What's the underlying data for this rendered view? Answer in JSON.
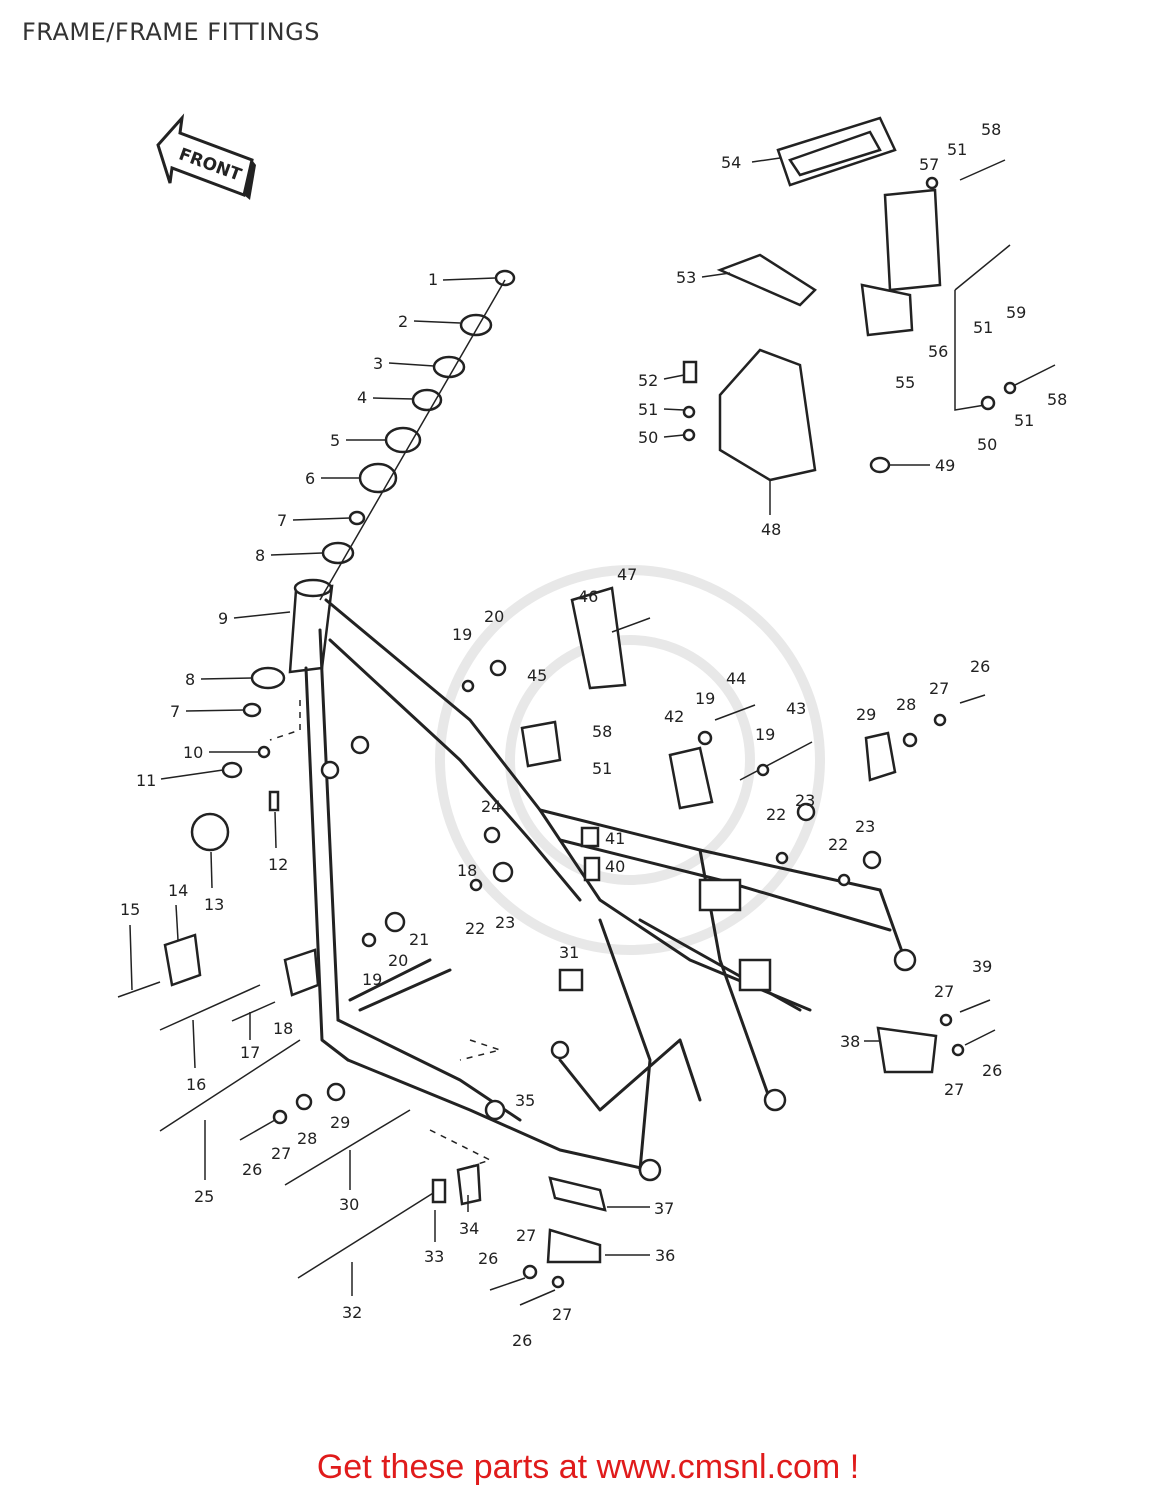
{
  "header": {
    "title": "FRAME/FRAME FITTINGS"
  },
  "direction_badge": {
    "label": "FRONT"
  },
  "footer": {
    "text": "Get these parts at www.cmsnl.com !"
  },
  "colors": {
    "footer_text": "#e01b1b",
    "line_art": "#222222"
  },
  "callouts": [
    {
      "n": "1"
    },
    {
      "n": "2"
    },
    {
      "n": "3"
    },
    {
      "n": "4"
    },
    {
      "n": "5"
    },
    {
      "n": "6"
    },
    {
      "n": "7"
    },
    {
      "n": "8"
    },
    {
      "n": "9"
    },
    {
      "n": "8"
    },
    {
      "n": "7"
    },
    {
      "n": "10"
    },
    {
      "n": "11"
    },
    {
      "n": "12"
    },
    {
      "n": "13"
    },
    {
      "n": "14"
    },
    {
      "n": "15"
    },
    {
      "n": "16"
    },
    {
      "n": "17"
    },
    {
      "n": "18"
    },
    {
      "n": "18"
    },
    {
      "n": "19"
    },
    {
      "n": "19"
    },
    {
      "n": "19"
    },
    {
      "n": "19"
    },
    {
      "n": "20"
    },
    {
      "n": "20"
    },
    {
      "n": "21"
    },
    {
      "n": "22"
    },
    {
      "n": "22"
    },
    {
      "n": "22"
    },
    {
      "n": "23"
    },
    {
      "n": "23"
    },
    {
      "n": "23"
    },
    {
      "n": "24"
    },
    {
      "n": "25"
    },
    {
      "n": "26"
    },
    {
      "n": "26"
    },
    {
      "n": "26"
    },
    {
      "n": "26"
    },
    {
      "n": "26"
    },
    {
      "n": "27"
    },
    {
      "n": "27"
    },
    {
      "n": "27"
    },
    {
      "n": "27"
    },
    {
      "n": "27"
    },
    {
      "n": "27"
    },
    {
      "n": "28"
    },
    {
      "n": "28"
    },
    {
      "n": "29"
    },
    {
      "n": "29"
    },
    {
      "n": "30"
    },
    {
      "n": "31"
    },
    {
      "n": "32"
    },
    {
      "n": "33"
    },
    {
      "n": "34"
    },
    {
      "n": "35"
    },
    {
      "n": "36"
    },
    {
      "n": "37"
    },
    {
      "n": "38"
    },
    {
      "n": "39"
    },
    {
      "n": "40"
    },
    {
      "n": "41"
    },
    {
      "n": "42"
    },
    {
      "n": "43"
    },
    {
      "n": "44"
    },
    {
      "n": "45"
    },
    {
      "n": "46"
    },
    {
      "n": "47"
    },
    {
      "n": "48"
    },
    {
      "n": "49"
    },
    {
      "n": "50"
    },
    {
      "n": "50"
    },
    {
      "n": "51"
    },
    {
      "n": "51"
    },
    {
      "n": "51"
    },
    {
      "n": "51"
    },
    {
      "n": "51"
    },
    {
      "n": "52"
    },
    {
      "n": "53"
    },
    {
      "n": "54"
    },
    {
      "n": "55"
    },
    {
      "n": "56"
    },
    {
      "n": "57"
    },
    {
      "n": "58"
    },
    {
      "n": "58"
    },
    {
      "n": "58"
    },
    {
      "n": "59"
    }
  ]
}
